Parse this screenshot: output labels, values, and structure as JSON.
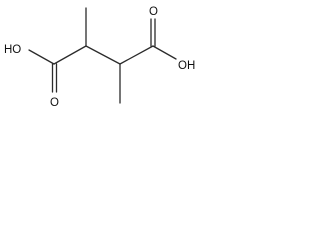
{
  "molecule": {
    "labels": {
      "hydroxyl_left": "HO",
      "carbonyl_left": "O",
      "carbonyl_right": "O",
      "hydroxyl_right": "OH"
    }
  }
}
